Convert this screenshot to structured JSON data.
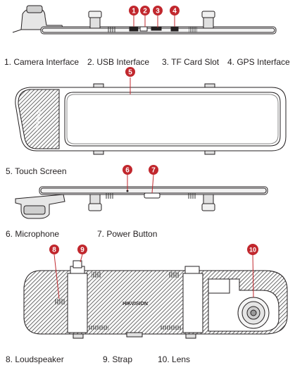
{
  "callouts": [
    {
      "number": "1",
      "label": "Camera Interface"
    },
    {
      "number": "2",
      "label": "USB Interface"
    },
    {
      "number": "3",
      "label": "TF Card Slot"
    },
    {
      "number": "4",
      "label": "GPS Interface"
    },
    {
      "number": "5",
      "label": "Touch Screen"
    },
    {
      "number": "6",
      "label": "Microphone"
    },
    {
      "number": "7",
      "label": "Power Button"
    },
    {
      "number": "8",
      "label": "Loudspeaker"
    },
    {
      "number": "9",
      "label": "Strap"
    },
    {
      "number": "10",
      "label": "Lens"
    }
  ],
  "captions": {
    "item1": "1. Camera Interface",
    "item2": "2. USB Interface",
    "item3": "3. TF Card Slot",
    "item4": "4. GPS Interface",
    "item5": "5. Touch Screen",
    "item6": "6. Microphone",
    "item7": "7. Power Button",
    "item8": "8. Loudspeaker",
    "item9": "9. Strap",
    "item10": "10. Lens"
  },
  "brand_marking": "HIKVISION",
  "colors": {
    "callout": "#c1272d",
    "outline": "#231f20",
    "hatch": "#555555"
  }
}
